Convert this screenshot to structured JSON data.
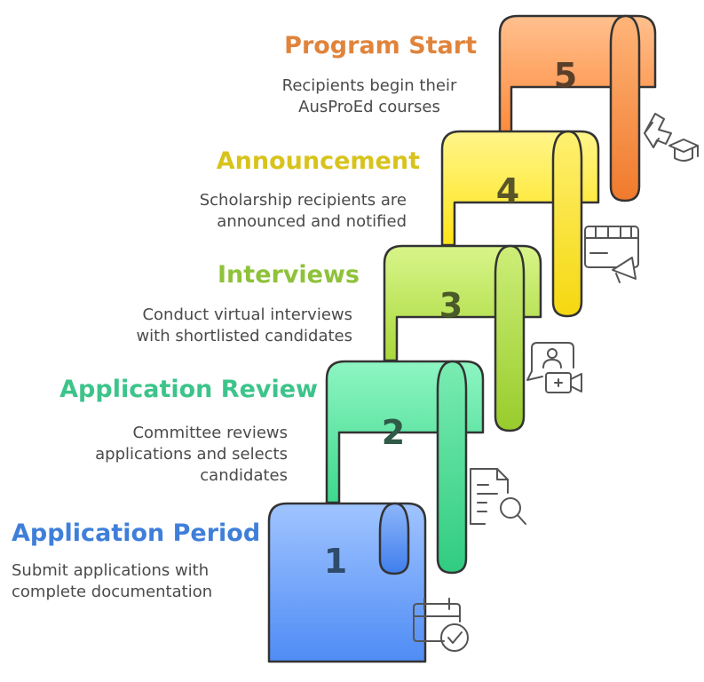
{
  "steps": [
    {
      "number": "1",
      "title": "Application Period",
      "description": "Submit applications with\ncomplete documentation",
      "title_color": "#3f7fd9",
      "number_color": "#2f4a6b",
      "icon": "calendar-check-icon"
    },
    {
      "number": "2",
      "title": "Application Review",
      "description": "Committee reviews\napplications and selects\ncandidates",
      "title_color": "#3cc48a",
      "number_color": "#2f5a48",
      "icon": "document-search-icon"
    },
    {
      "number": "3",
      "title": "Interviews",
      "description": "Conduct virtual interviews\nwith shortlisted candidates",
      "title_color": "#8fc23a",
      "number_color": "#4a5a28",
      "icon": "video-interview-icon"
    },
    {
      "number": "4",
      "title": "Announcement",
      "description": "Scholarship recipients are\nannounced and notified",
      "title_color": "#d8c31c",
      "number_color": "#5a5528",
      "icon": "calendar-megaphone-icon"
    },
    {
      "number": "5",
      "title": "Program Start",
      "description": "Recipients begin their\nAusProEd courses",
      "title_color": "#e0843c",
      "number_color": "#5a3f2a",
      "icon": "presentation-graduation-icon"
    }
  ]
}
